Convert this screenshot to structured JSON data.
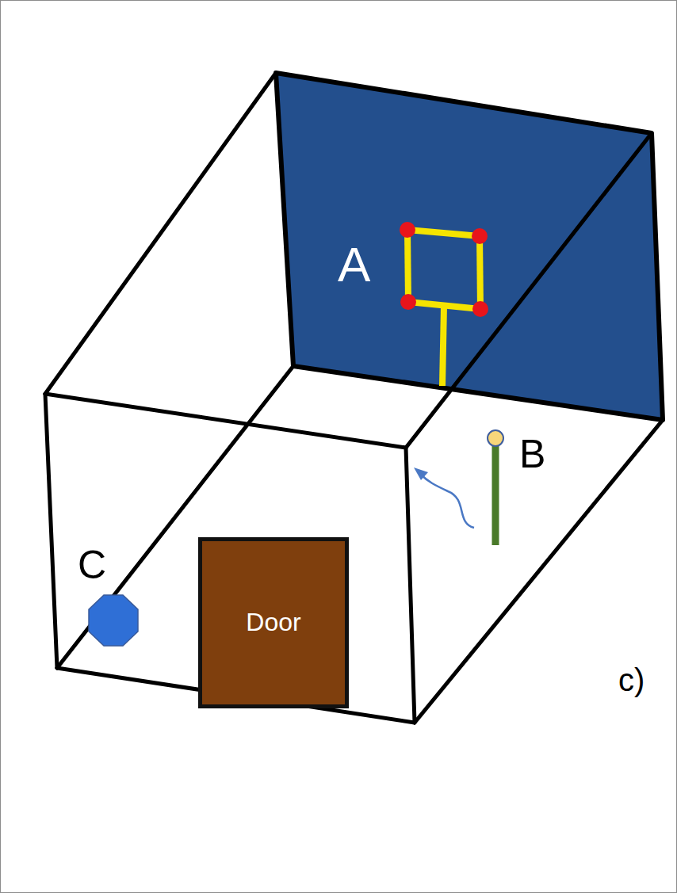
{
  "diagram": {
    "nodes": [
      {
        "text": [
          "Door"
        ]
      }
    ],
    "labels": [
      "A",
      "B",
      "C",
      "c)"
    ]
  }
}
